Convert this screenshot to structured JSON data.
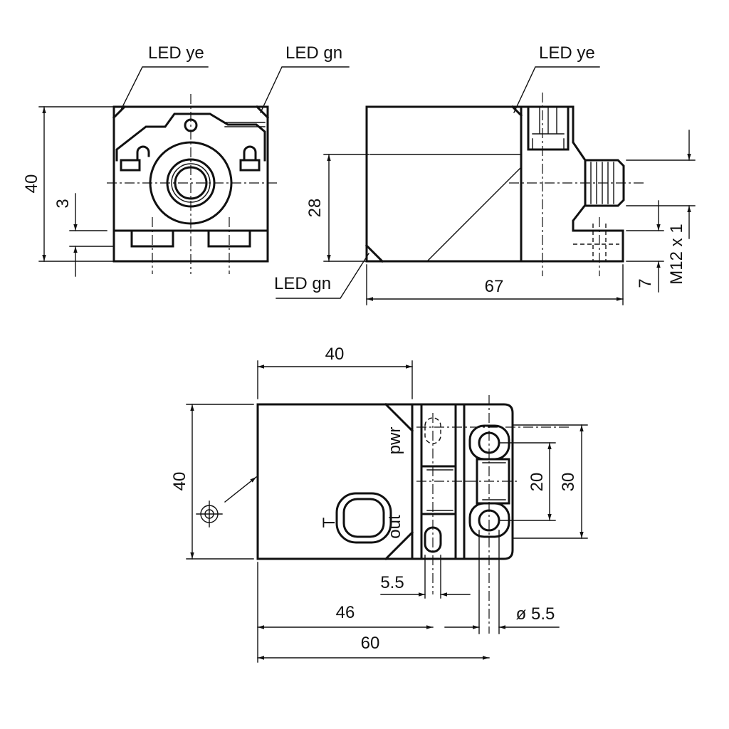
{
  "labels": {
    "front_led_ye": "LED ye",
    "front_led_gn": "LED gn",
    "side_led_ye": "LED ye",
    "side_led_gn": "LED gn",
    "top_pwr": "pwr",
    "top_out": "out",
    "top_t": "T"
  },
  "dimensions": {
    "front_height": "40",
    "front_slot_height": "3",
    "side_face_height": "28",
    "side_length": "67",
    "side_thread": "M12 x 1",
    "side_foot": "7",
    "top_face_width": "40",
    "top_height": "40",
    "top_hole_spacing": "20",
    "top_flange_height": "30",
    "top_slot": "5.5",
    "top_hole_distance": "46",
    "top_total_length": "60",
    "top_hole_diameter": "ø 5.5"
  },
  "colors": {
    "line": "#111111",
    "background": "#ffffff"
  }
}
